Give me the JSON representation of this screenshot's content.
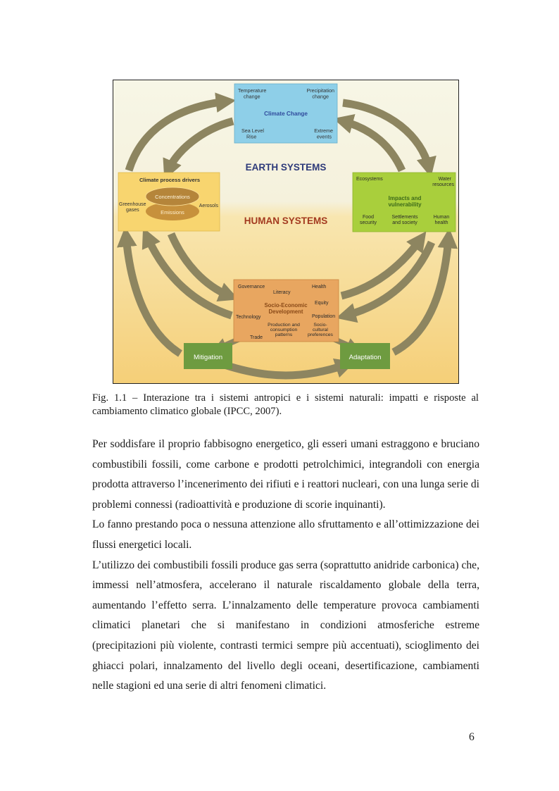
{
  "figure": {
    "top_box": {
      "title": "Climate Change",
      "corners": {
        "tl": [
          "Temperature",
          "change"
        ],
        "tr": [
          "Precipitation",
          "change"
        ],
        "bl": [
          "Sea Level",
          "Rise"
        ],
        "br": [
          "Extreme",
          "events"
        ]
      }
    },
    "earth_systems_label": "EARTH SYSTEMS",
    "human_systems_label": "HUMAN SYSTEMS",
    "left_box": {
      "title": "Climate process drivers",
      "concentrations": "Concentrations",
      "emissions": "Emissions",
      "greenhouse": [
        "Greenhouse",
        "gases"
      ],
      "aerosols": "Aerosols"
    },
    "right_box": {
      "ecosystems": "Ecosystems",
      "water": [
        "Water",
        "resources"
      ],
      "title": [
        "Impacts and",
        "vulnerability"
      ],
      "food": [
        "Food",
        "security"
      ],
      "settlements": [
        "Settlements",
        "and society"
      ],
      "health": [
        "Human",
        "health"
      ]
    },
    "bottom_box": {
      "governance": "Governance",
      "literacy": "Literacy",
      "health": "Health",
      "title": [
        "Socio-Economic",
        "Development"
      ],
      "equity": "Equity",
      "technology": "Technology",
      "population": "Population",
      "production": [
        "Production and",
        "consumption",
        "patterns"
      ],
      "socio_cultural": [
        "Socio-",
        "cultural",
        "preferences"
      ],
      "trade": "Trade"
    },
    "mitigation": "Mitigation",
    "adaptation": "Adaptation",
    "colors": {
      "sky_top": "#f4f3e2",
      "sand": "#f6d98c",
      "arrow": "#8d8560",
      "top_box": "#8ecfe8",
      "left_box": "#f8d56f",
      "right_box": "#a9cf3c",
      "bottom_box": "#e8a660",
      "green_box": "#6e9b40",
      "earth_text": "#2e3a7a",
      "human_text": "#a33a20"
    }
  },
  "caption": "Fig. 1.1 – Interazione tra i sistemi antropici e i sistemi naturali: impatti e risposte al cambiamento climatico globale (IPCC, 2007).",
  "paragraphs": [
    "Per soddisfare il proprio fabbisogno energetico, gli esseri umani estraggono e bruciano combustibili fossili, come carbone e prodotti petrolchimici, integrandoli con energia prodotta attraverso l’incenerimento dei rifiuti e i reattori nucleari, con una lunga serie di problemi connessi (radioattività e produzione di scorie inquinanti).",
    "Lo fanno prestando poca o nessuna attenzione allo sfruttamento e all’ottimizzazione dei flussi energetici locali.",
    "L’utilizzo dei combustibili fossili produce gas serra (soprattutto anidride carbonica) che, immessi nell’atmosfera, accelerano il naturale riscaldamento globale della terra, aumentando l’effetto serra. L’innalzamento delle temperature provoca cambiamenti climatici planetari che si manifestano in condizioni atmosferiche estreme (precipitazioni più violente, contrasti termici sempre più accentuati), scioglimento dei ghiacci polari, innalzamento del livello degli oceani, desertificazione, cambiamenti nelle stagioni ed una serie di altri fenomeni climatici."
  ],
  "page_number": "6"
}
